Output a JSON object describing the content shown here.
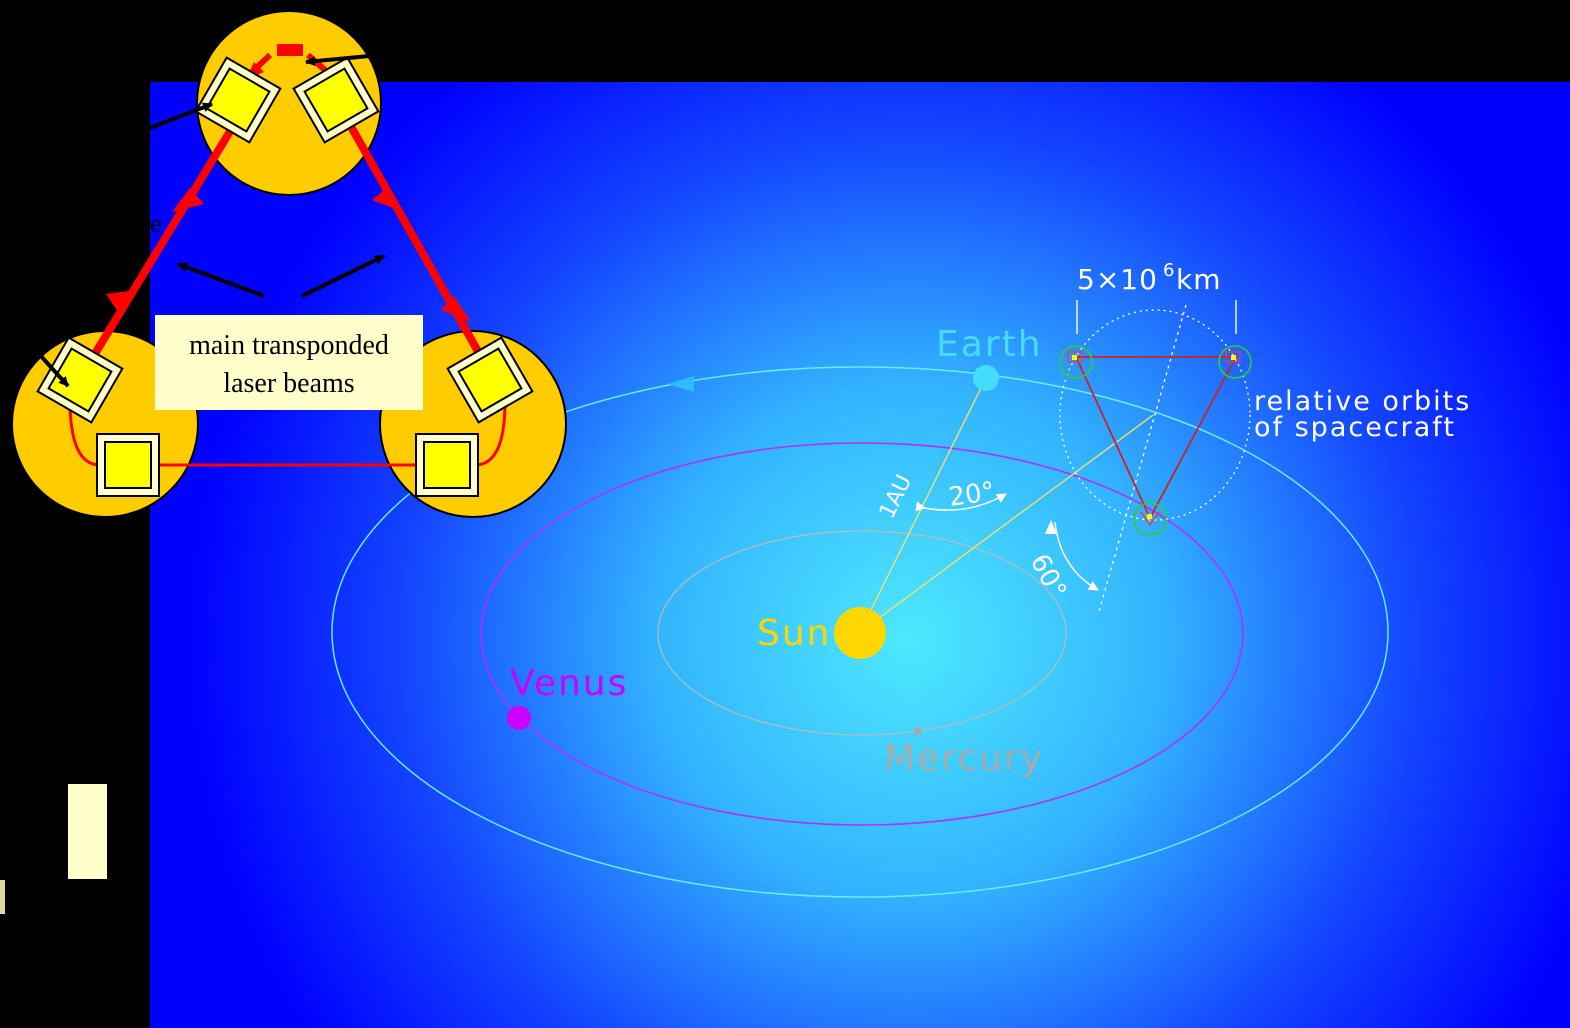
{
  "colors": {
    "background": "#000000",
    "panel_center": "#4ee8ff",
    "panel_edge": "#0000ff",
    "sun": "#ffd700",
    "earth": "#44ddff",
    "venus": "#cc00ff",
    "mercury": "#aaaaaa",
    "spacecraft_body": "#ffcc00",
    "optical_bench": "#ffff00",
    "laser": "#ff0000",
    "label_box": "#ffffcc",
    "annotation": "#dddddd"
  },
  "labels": {
    "earth": "Earth",
    "sun": "Sun",
    "venus": "Venus",
    "mercury": "Mercury",
    "distance_au": "1AU",
    "angle_20": "20°",
    "angle_60": "60°",
    "arm_length_base": "5×10",
    "arm_length_exp": "6",
    "arm_length_unit": " km",
    "relative_orbits_line1": "relative orbits",
    "relative_orbits_line2": "of spacecraft",
    "beams_line1": "main transponded",
    "beams_line2": "laser beams",
    "partial_letter": "e"
  },
  "icons": {
    "sun": "sun-icon",
    "earth": "earth-icon",
    "venus": "venus-icon",
    "mercury": "mercury-icon",
    "spacecraft": "spacecraft-icon",
    "optical_bench": "optical-bench-icon"
  }
}
